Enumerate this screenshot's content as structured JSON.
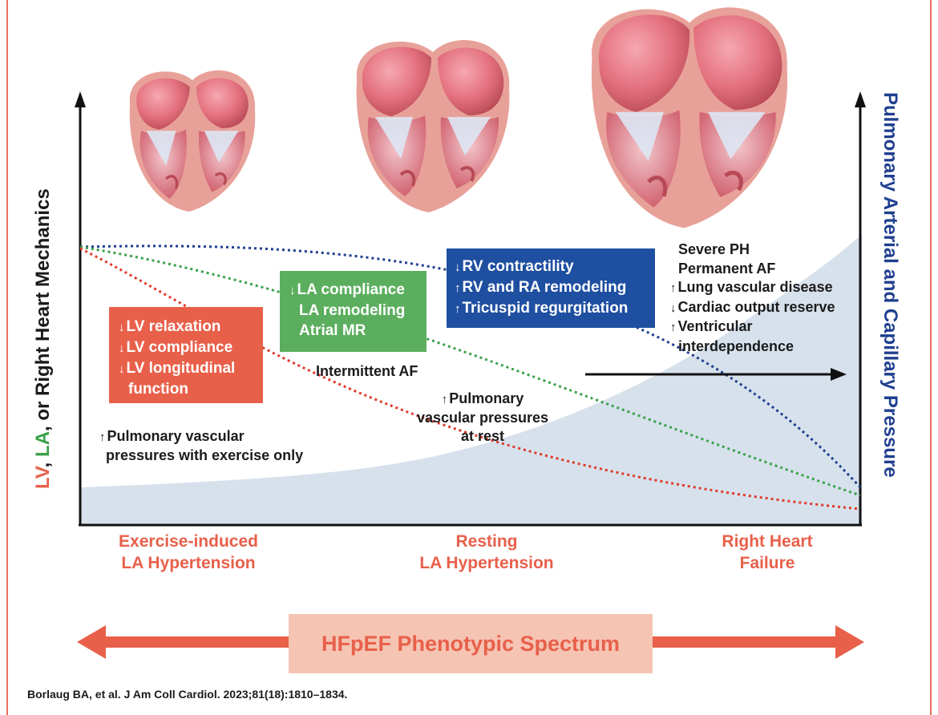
{
  "y_axis_left": {
    "lv": "LV",
    "comma1": ", ",
    "la": "LA",
    "comma2": ", or ",
    "rest": "Right Heart Mechanics",
    "colors": {
      "lv": "#e8604a",
      "la": "#3aa14a",
      "rest": "#1b1b1b"
    }
  },
  "y_axis_right": {
    "label": "Pulmonary Arterial and Capillary Pressure",
    "color": "#1f3f8f"
  },
  "boxes": {
    "lv": {
      "color": "#e8604a",
      "lines": [
        {
          "arrow": "↓",
          "text": "LV relaxation"
        },
        {
          "arrow": "↓",
          "text": "LV compliance"
        },
        {
          "arrow": "↓",
          "text": "LV longitudinal"
        },
        {
          "arrow": "",
          "text": "function"
        }
      ]
    },
    "la": {
      "color": "#5cae5f",
      "lines": [
        {
          "arrow": "↓",
          "text": "LA compliance"
        },
        {
          "arrow": "",
          "text": "LA remodeling"
        },
        {
          "arrow": "",
          "text": "Atrial MR"
        }
      ]
    },
    "rv": {
      "color": "#1f4fa0",
      "lines": [
        {
          "arrow": "↓",
          "text": "RV contractility"
        },
        {
          "arrow": "↑",
          "text": "RV and RA remodeling"
        },
        {
          "arrow": "↑",
          "text": "Tricuspid regurgitation"
        }
      ]
    }
  },
  "annotations": {
    "intermittent_af": "Intermittent AF",
    "exercise": {
      "arrow": "↑",
      "line1": "Pulmonary vascular",
      "line2": "pressures with exercise only"
    },
    "rest": {
      "arrow": "↑",
      "line1": "Pulmonary",
      "line2": "vascular pressures",
      "line3": "at rest"
    },
    "rhf": [
      {
        "arrow": "",
        "text": "Severe PH"
      },
      {
        "arrow": "",
        "text": "Permanent AF"
      },
      {
        "arrow": "↑",
        "text": "Lung vascular disease"
      },
      {
        "arrow": "↓",
        "text": "Cardiac output reserve"
      },
      {
        "arrow": "↑",
        "text": "Ventricular"
      },
      {
        "arrow": "",
        "text": "interdependence"
      }
    ]
  },
  "stages": [
    {
      "line1": "Exercise-induced",
      "line2": "LA Hypertension"
    },
    {
      "line1": "Resting",
      "line2": "LA Hypertension"
    },
    {
      "line1": "Right Heart",
      "line2": "Failure"
    }
  ],
  "spectrum_label": "HFpEF Phenotypic Spectrum",
  "citation": "Borlaug BA, et al. J Am Coll Cardiol. 2023;81(18):1810–1834.",
  "colors": {
    "frame": "#e8705a",
    "lv_curve": "#e03a2a",
    "la_curve": "#3aa14a",
    "rv_curve": "#1f3f8f",
    "pressure_area": "#d6e1ec",
    "heart": "#e36f7d",
    "spectrum_arrow": "#e8604a",
    "spectrum_box": "#f6c4b3"
  }
}
